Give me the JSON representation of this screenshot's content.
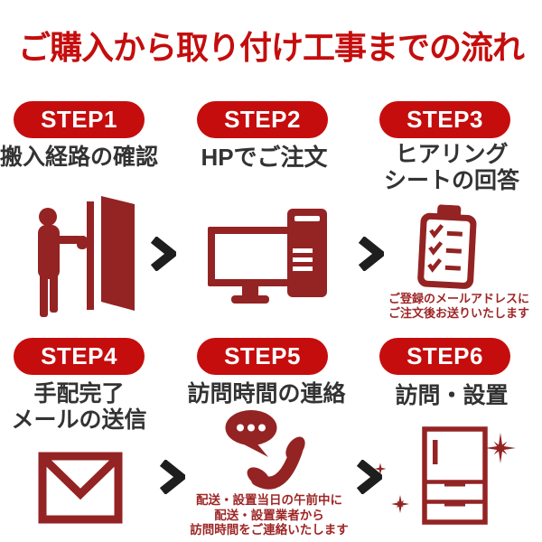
{
  "title": {
    "text": "ご購入から取り付け工事までの流れ"
  },
  "colors": {
    "accent_red": "#c50d0d",
    "icon_dark_red": "#942323",
    "note_red": "#9e2626",
    "caption_gray": "#333333",
    "arrow_black": "#1e1e1e",
    "background": "#ffffff"
  },
  "steps": [
    {
      "badge": "STEP1",
      "label_lines": [
        "搬入経路の確認"
      ],
      "icon": "door-icon",
      "note_lines": []
    },
    {
      "badge": "STEP2",
      "label_lines": [
        "HPでご注文"
      ],
      "icon": "computer-icon",
      "note_lines": []
    },
    {
      "badge": "STEP3",
      "label_lines": [
        "ヒアリング",
        "シートの回答"
      ],
      "icon": "clipboard-checklist-icon",
      "note_lines": [
        "ご登録のメールアドレスに",
        "ご注文後お送りいたします"
      ]
    },
    {
      "badge": "STEP4",
      "label_lines": [
        "手配完了",
        "メールの送信"
      ],
      "icon": "envelope-icon",
      "note_lines": []
    },
    {
      "badge": "STEP5",
      "label_lines": [
        "訪問時間の連絡"
      ],
      "icon": "phone-speech-icon",
      "note_lines": [
        "配送・設置当日の午前中に",
        "配送・設置業者から",
        "訪問時間をご連絡いたします"
      ]
    },
    {
      "badge": "STEP6",
      "label_lines": [
        "訪問・設置"
      ],
      "icon": "refrigerator-icon",
      "note_lines": []
    }
  ],
  "icons": [
    "door-icon",
    "computer-icon",
    "clipboard-checklist-icon",
    "envelope-icon",
    "phone-speech-icon",
    "refrigerator-icon",
    "sparkle-icon",
    "arrow-right-icon"
  ]
}
